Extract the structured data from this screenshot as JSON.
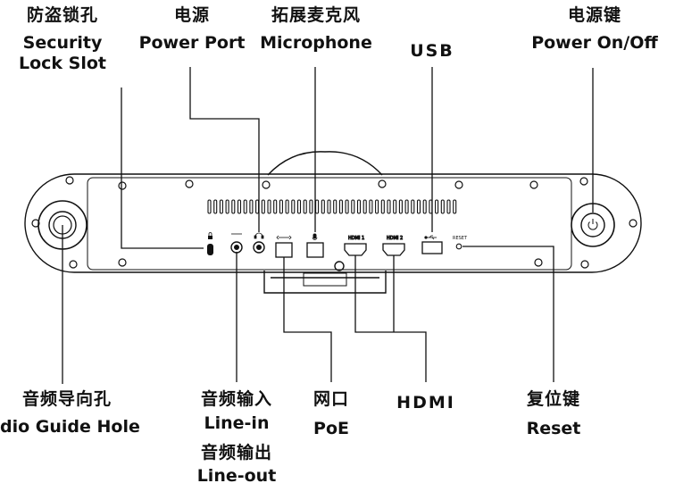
{
  "labels": {
    "security_lock": {
      "zh": "防盗锁孔",
      "en1": "Security",
      "en2": "Lock Slot"
    },
    "power_port": {
      "zh": "电源",
      "en": "Power Port"
    },
    "microphone": {
      "zh": "拓展麦克风",
      "en": "Microphone"
    },
    "usb": {
      "en": "USB"
    },
    "power_button": {
      "zh": "电源键",
      "en": "Power On/Off"
    },
    "audio_guide": {
      "zh": "音频导向孔",
      "en": "dio Guide Hole"
    },
    "line_io": {
      "zh_in": "音频输入",
      "en_in": "Line-in",
      "zh_out": "音频输出",
      "en_out": "Line-out"
    },
    "poe": {
      "zh": "网口",
      "en": "PoE"
    },
    "hdmi": {
      "en": "HDMI"
    },
    "reset": {
      "zh": "复位键",
      "en": "Reset"
    }
  },
  "port_marks": {
    "hdmi1": "HDMI 1",
    "hdmi2": "HDMI 2",
    "reset": "RESET"
  },
  "icons": [
    "lock-icon",
    "headphone-icon",
    "network-icon",
    "mic-icon",
    "usb-icon",
    "power-icon"
  ]
}
